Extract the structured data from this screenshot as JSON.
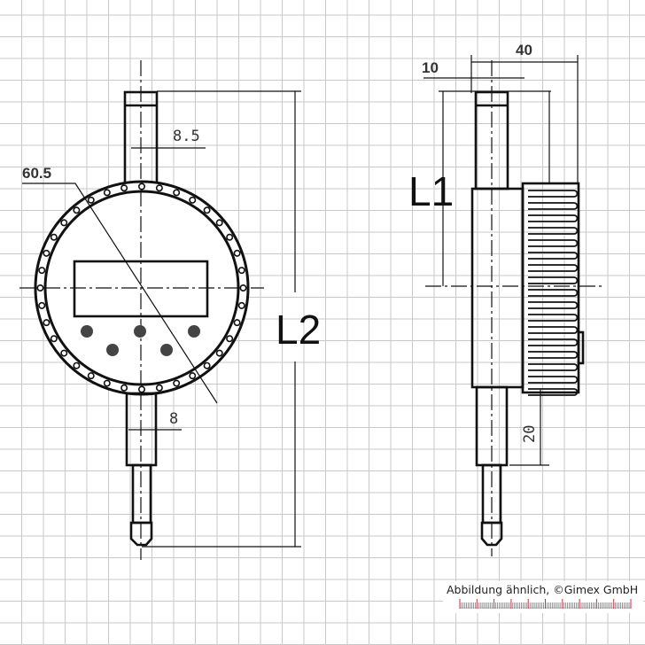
{
  "front_view": {
    "stem_diameter": "8.5",
    "dial_diameter": "60.5",
    "spindle_diameter": "8",
    "overall_length_label": "L2"
  },
  "side_view": {
    "depth": "40",
    "offset": "10",
    "length_label": "L1",
    "spindle_length": "20"
  },
  "caption": "Abbildung ähnlich, ©Gimex GmbH",
  "colors": {
    "grid": "#c8c8c8",
    "lines": "#111111",
    "scale_marks": "#c0304a"
  }
}
